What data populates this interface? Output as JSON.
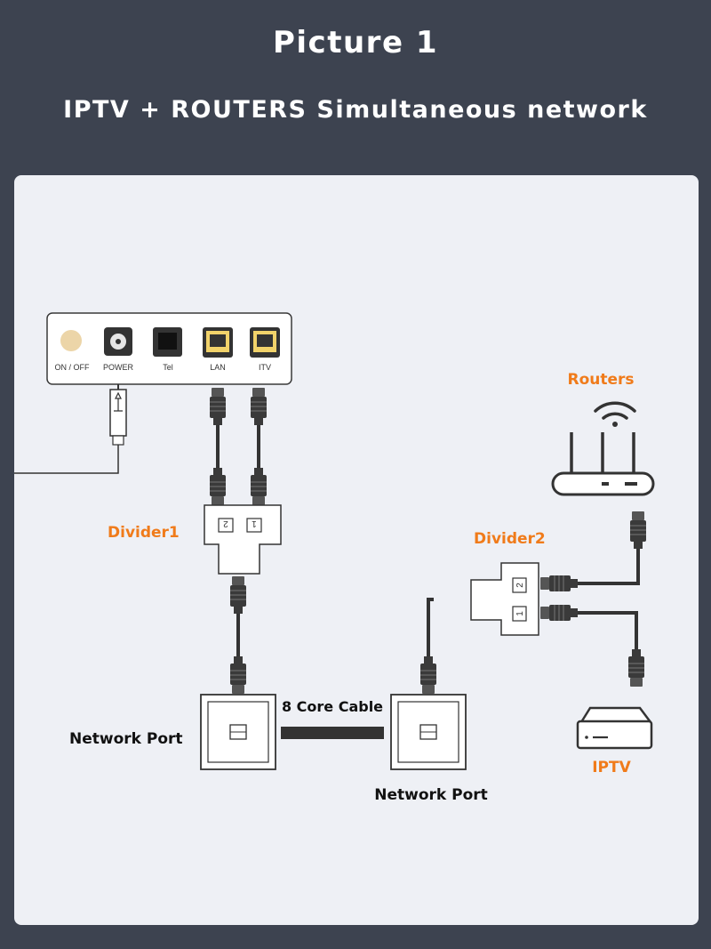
{
  "header": {
    "title": "Picture 1",
    "subtitle": "IPTV + ROUTERS  Simultaneous network"
  },
  "modem": {
    "ports": [
      {
        "label": "ON / OFF",
        "kind": "button"
      },
      {
        "label": "POWER",
        "kind": "dc-jack"
      },
      {
        "label": "Tel",
        "kind": "rj11"
      },
      {
        "label": "LAN",
        "kind": "rj45"
      },
      {
        "label": "ITV",
        "kind": "rj45"
      }
    ]
  },
  "dividers": [
    {
      "label": "Divider1",
      "ports": [
        "2",
        "1"
      ]
    },
    {
      "label": "Divider2",
      "ports": [
        "2",
        "1"
      ]
    }
  ],
  "devices": {
    "router_label": "Routers",
    "iptv_label": "IPTV"
  },
  "wall": {
    "port_left_label": "Network Port",
    "port_right_label": "Network Port",
    "cable_label": "8 Core Cable"
  },
  "colors": {
    "background": "#3d4350",
    "panel": "#eef0f5",
    "accent": "#f07b1a",
    "line": "#333333",
    "port_yellow": "#f1d26a"
  }
}
